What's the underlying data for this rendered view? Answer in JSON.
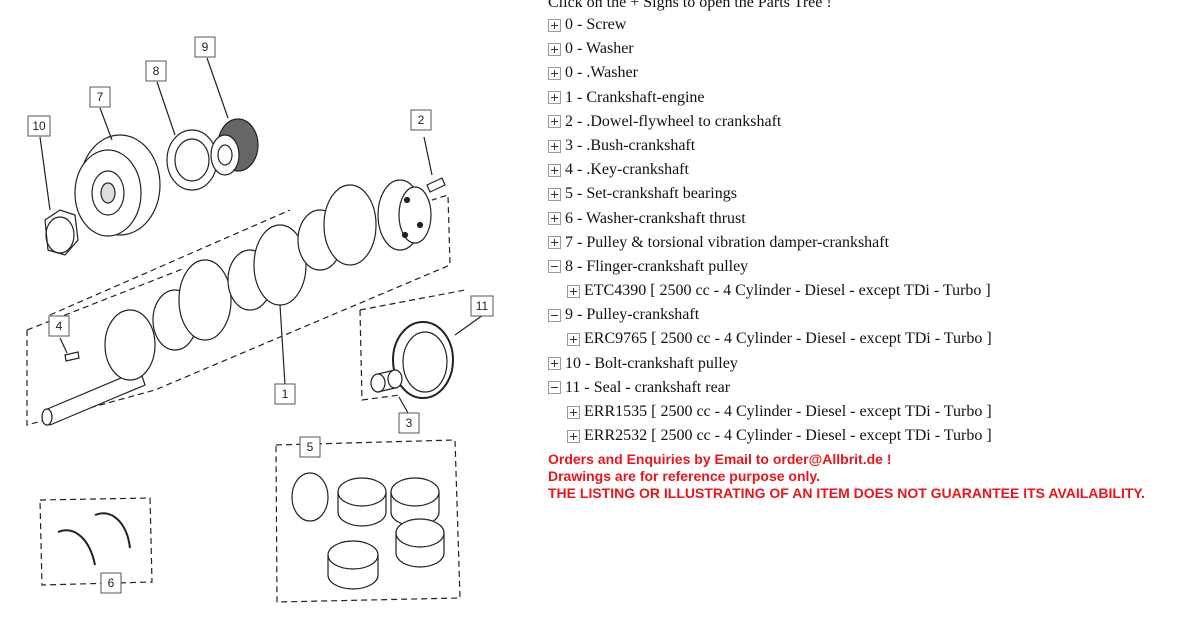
{
  "parts_tree": {
    "header": "Click on the + Signs to open the Parts Tree !",
    "nodes": [
      {
        "label": "0 - Screw",
        "expanded": false,
        "child": false
      },
      {
        "label": "0 - Washer",
        "expanded": false,
        "child": false
      },
      {
        "label": "0 - .Washer",
        "expanded": false,
        "child": false
      },
      {
        "label": "1 - Crankshaft-engine",
        "expanded": false,
        "child": false
      },
      {
        "label": "2 - .Dowel-flywheel to crankshaft",
        "expanded": false,
        "child": false
      },
      {
        "label": "3 - .Bush-crankshaft",
        "expanded": false,
        "child": false
      },
      {
        "label": "4 - .Key-crankshaft",
        "expanded": false,
        "child": false
      },
      {
        "label": "5 - Set-crankshaft bearings",
        "expanded": false,
        "child": false
      },
      {
        "label": "6 - Washer-crankshaft thrust",
        "expanded": false,
        "child": false
      },
      {
        "label": "7 - Pulley & torsional vibration damper-crankshaft",
        "expanded": false,
        "child": false
      },
      {
        "label": "8 - Flinger-crankshaft pulley",
        "expanded": true,
        "child": false
      },
      {
        "label": "ETC4390 [ 2500 cc - 4 Cylinder - Diesel - except TDi - Turbo ]",
        "expanded": false,
        "child": true
      },
      {
        "label": "9 - Pulley-crankshaft",
        "expanded": true,
        "child": false
      },
      {
        "label": "ERC9765 [ 2500 cc - 4 Cylinder - Diesel - except TDi - Turbo ]",
        "expanded": false,
        "child": true
      },
      {
        "label": "10 - Bolt-crankshaft pulley",
        "expanded": false,
        "child": false
      },
      {
        "label": "11 - Seal - crankshaft rear",
        "expanded": true,
        "child": false
      },
      {
        "label": "ERR1535 [ 2500 cc - 4 Cylinder - Diesel - except TDi - Turbo ]",
        "expanded": false,
        "child": true
      },
      {
        "label": "ERR2532 [ 2500 cc - 4 Cylinder - Diesel - except TDi - Turbo ]",
        "expanded": false,
        "child": true
      }
    ]
  },
  "notices": {
    "line1": "Orders and Enquiries by Email to order@Allbrit.de !",
    "line2": "Drawings are for reference purpose only.",
    "line3": "THE LISTING OR ILLUSTRATING OF AN ITEM DOES NOT GUARANTEE ITS AVAILABILITY.",
    "color": "#e8161b"
  },
  "diagram": {
    "callouts": [
      "1",
      "2",
      "3",
      "4",
      "5",
      "6",
      "7",
      "8",
      "9",
      "10",
      "11"
    ]
  }
}
